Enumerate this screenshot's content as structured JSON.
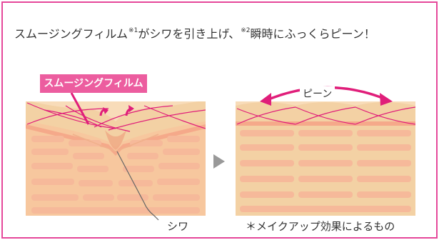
{
  "headline": {
    "part1": "スムージングフィルム",
    "note1": "※1",
    "part2": "がシワを引き上げ、",
    "note2": "※2",
    "part3": "瞬時にふっくらピーン！"
  },
  "labels": {
    "film": "スムージングフィルム",
    "pin": "ピーン",
    "wrinkle": "シワ",
    "note": "＊メイクアップ効果によるもの"
  },
  "colors": {
    "frame": "#e5489a",
    "film_label_bg": "#ec5d9f",
    "arrow": "#e01e7a",
    "skin_top": "#f3d1a4",
    "skin_band": "#f5a98a",
    "skin_block": "#f8d7b3"
  }
}
